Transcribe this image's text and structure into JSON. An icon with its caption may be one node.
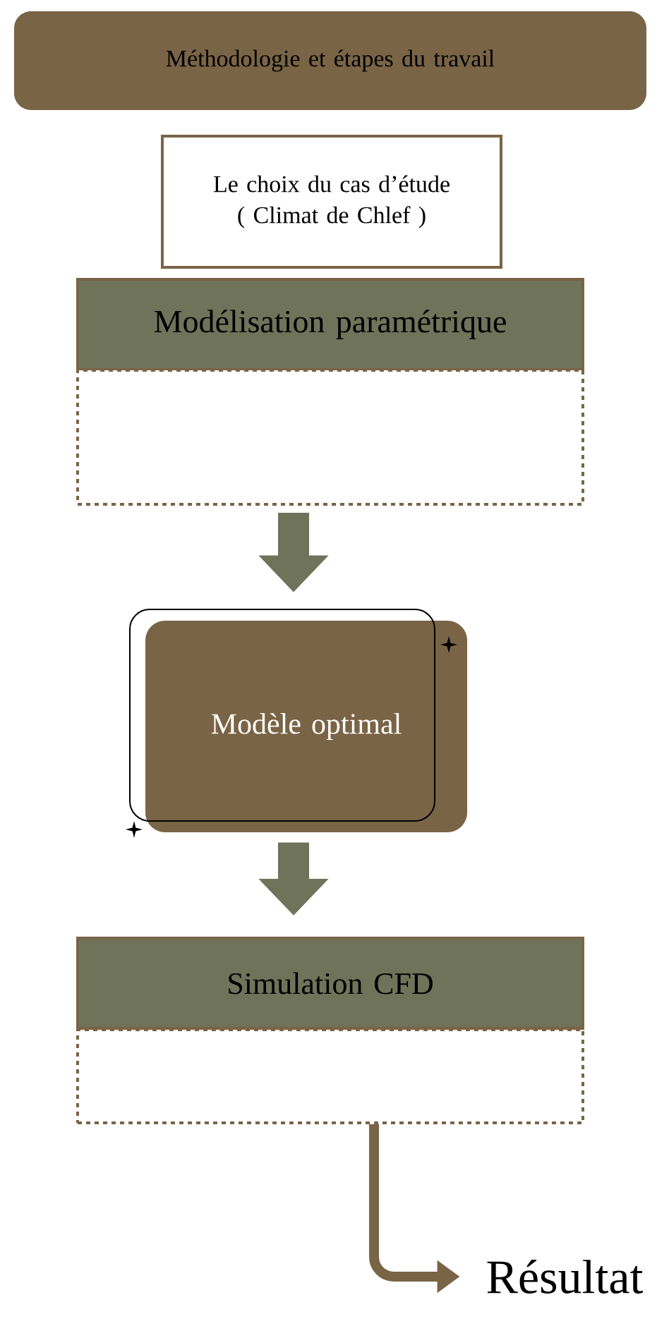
{
  "diagram": {
    "nodes": [
      {
        "text": [
          "Méthodologie et étapes du travail"
        ]
      },
      {
        "text": [
          "Le choix du cas d’étude ( Climat de Chlef )"
        ]
      },
      {
        "text": [
          "Modélisation paramétrique"
        ]
      },
      {
        "text": [],
        "shape": "box"
      },
      {
        "text": [
          "Modèle optimal"
        ]
      },
      {
        "text": [
          "Simulation CFD"
        ]
      },
      {
        "text": [],
        "shape": "box"
      },
      {
        "text": [
          "Résultat"
        ]
      }
    ],
    "edges": [
      {
        "from": 3,
        "to": 4,
        "arrow": "to"
      },
      {
        "from": 4,
        "to": 5,
        "arrow": "to"
      },
      {
        "from": 6,
        "to": 7,
        "arrow": "to",
        "color": "#7a6446"
      }
    ]
  }
}
